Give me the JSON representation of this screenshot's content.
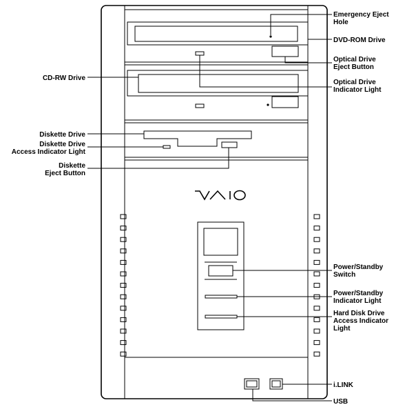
{
  "brand": "VAIO",
  "labels": {
    "emergency_eject_hole": [
      "Emergency Eject",
      "Hole"
    ],
    "dvd_rom_drive": [
      "DVD-ROM Drive"
    ],
    "optical_drive_eject_button": [
      "Optical Drive",
      "Eject Button"
    ],
    "optical_drive_indicator_light": [
      "Optical Drive",
      "Indicator Light"
    ],
    "cd_rw_drive": [
      "CD-RW Drive"
    ],
    "diskette_drive": [
      "Diskette Drive"
    ],
    "diskette_drive_access_indicator_light": [
      "Diskette Drive",
      "Access Indicator Light"
    ],
    "diskette_eject_button": [
      "Diskette",
      "Eject Button"
    ],
    "power_standby_switch": [
      "Power/Standby",
      "Switch"
    ],
    "power_standby_indicator_light": [
      "Power/Standby",
      "Indicator Light"
    ],
    "hard_disk_drive_access_indicator_light": [
      "Hard Disk Drive",
      "Access Indicator",
      "Light"
    ],
    "ilink": [
      "i.LINK"
    ],
    "usb": [
      "USB"
    ]
  }
}
